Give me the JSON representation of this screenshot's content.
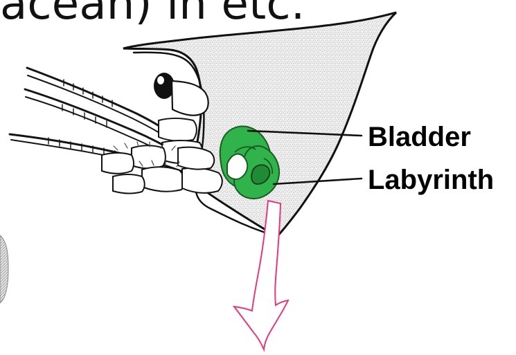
{
  "heading": {
    "text": "acean) in etc."
  },
  "labels": {
    "bladder": "Bladder",
    "labyrinth": "Labyrinth"
  },
  "colors": {
    "organ_green": "#2fb34a",
    "arrow_pink": "#e5387a",
    "stipple": "#d8d8d8",
    "outline": "#111111"
  }
}
